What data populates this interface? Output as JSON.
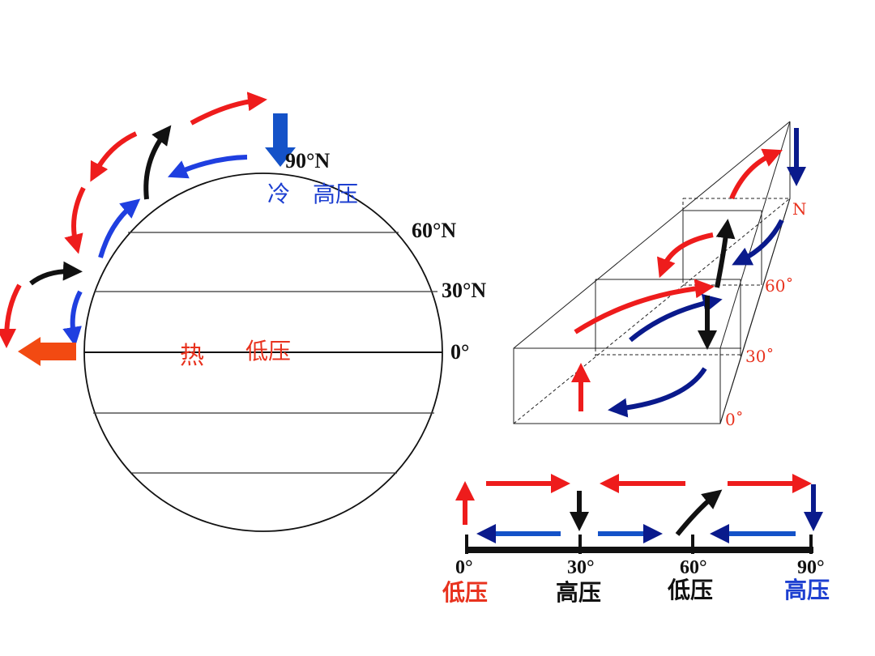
{
  "globe": {
    "lat_90n": "90°N",
    "lat_60n": "60°N",
    "lat_30n": "30°N",
    "lat_0": "0°",
    "polar_cold": "冷",
    "polar_high": "高压",
    "equator_hot": "热",
    "equator_low": "低压"
  },
  "box": {
    "lat_n": "N",
    "lat_60": "60˚",
    "lat_30": "30˚",
    "lat_0": "0˚"
  },
  "bar": {
    "ticks": [
      "0°",
      "30°",
      "60°",
      "90°"
    ],
    "pressures": [
      "低压",
      "高压",
      "低压",
      "高压"
    ]
  },
  "colors": {
    "red": "#ee1c1c",
    "blue": "#1f3fe0",
    "navy": "#0a1a8c",
    "black": "#111111",
    "orange": "#f24a12",
    "royal": "#1452c8",
    "label_red": "#e8321e",
    "label_blue": "#1d3fd0"
  }
}
